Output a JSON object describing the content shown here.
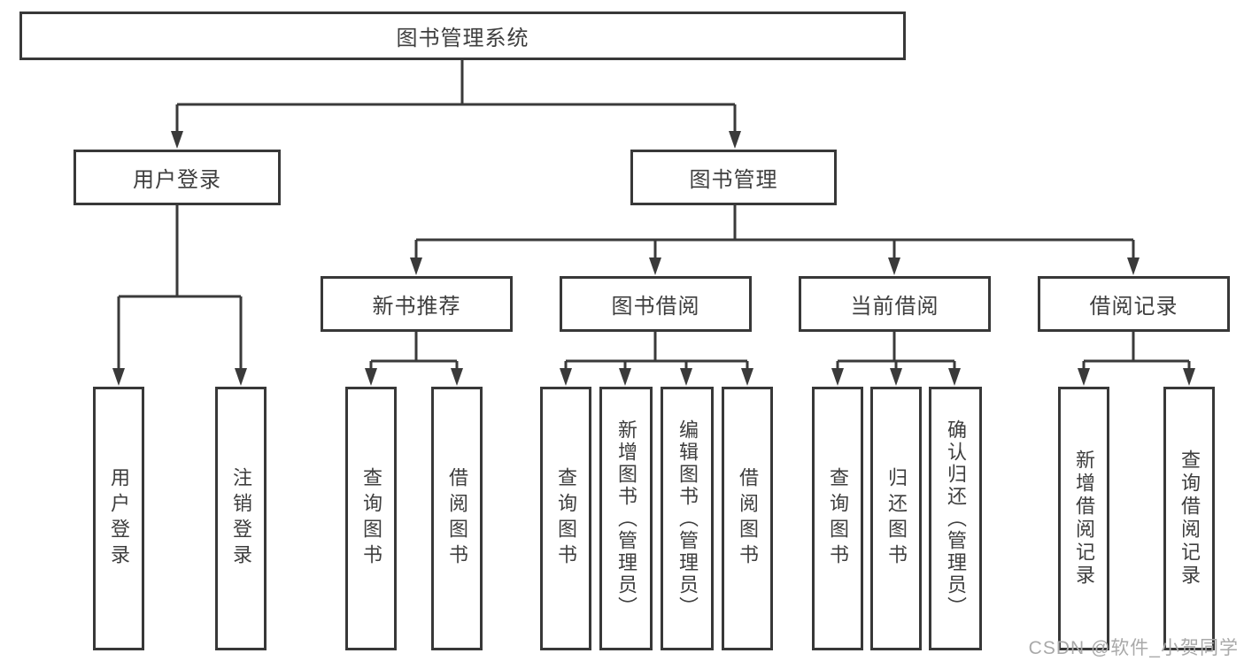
{
  "root": {
    "label": "图书管理系统"
  },
  "level2": {
    "user_login": "用户登录",
    "book_mgmt": "图书管理"
  },
  "user_login_children": [
    "用户登录",
    "注销登录"
  ],
  "modules": [
    {
      "label": "新书推荐",
      "children": [
        "查询图书",
        "借阅图书"
      ]
    },
    {
      "label": "图书借阅",
      "children": [
        "查询图书",
        "新增图书（管理员）",
        "编辑图书（管理员）",
        "借阅图书"
      ]
    },
    {
      "label": "当前借阅",
      "children": [
        "查询图书",
        "归还图书",
        "确认归还（管理员）"
      ]
    },
    {
      "label": "借阅记录",
      "children": [
        "新增借阅记录",
        "查询借阅记录"
      ]
    }
  ],
  "watermark": "CSDN @软件_小贺同学",
  "colors": {
    "line": "#3a3a3a",
    "border": "#383838",
    "text": "#3e3e3e",
    "watermark": "#a9a9a9",
    "background": "#ffffff"
  }
}
